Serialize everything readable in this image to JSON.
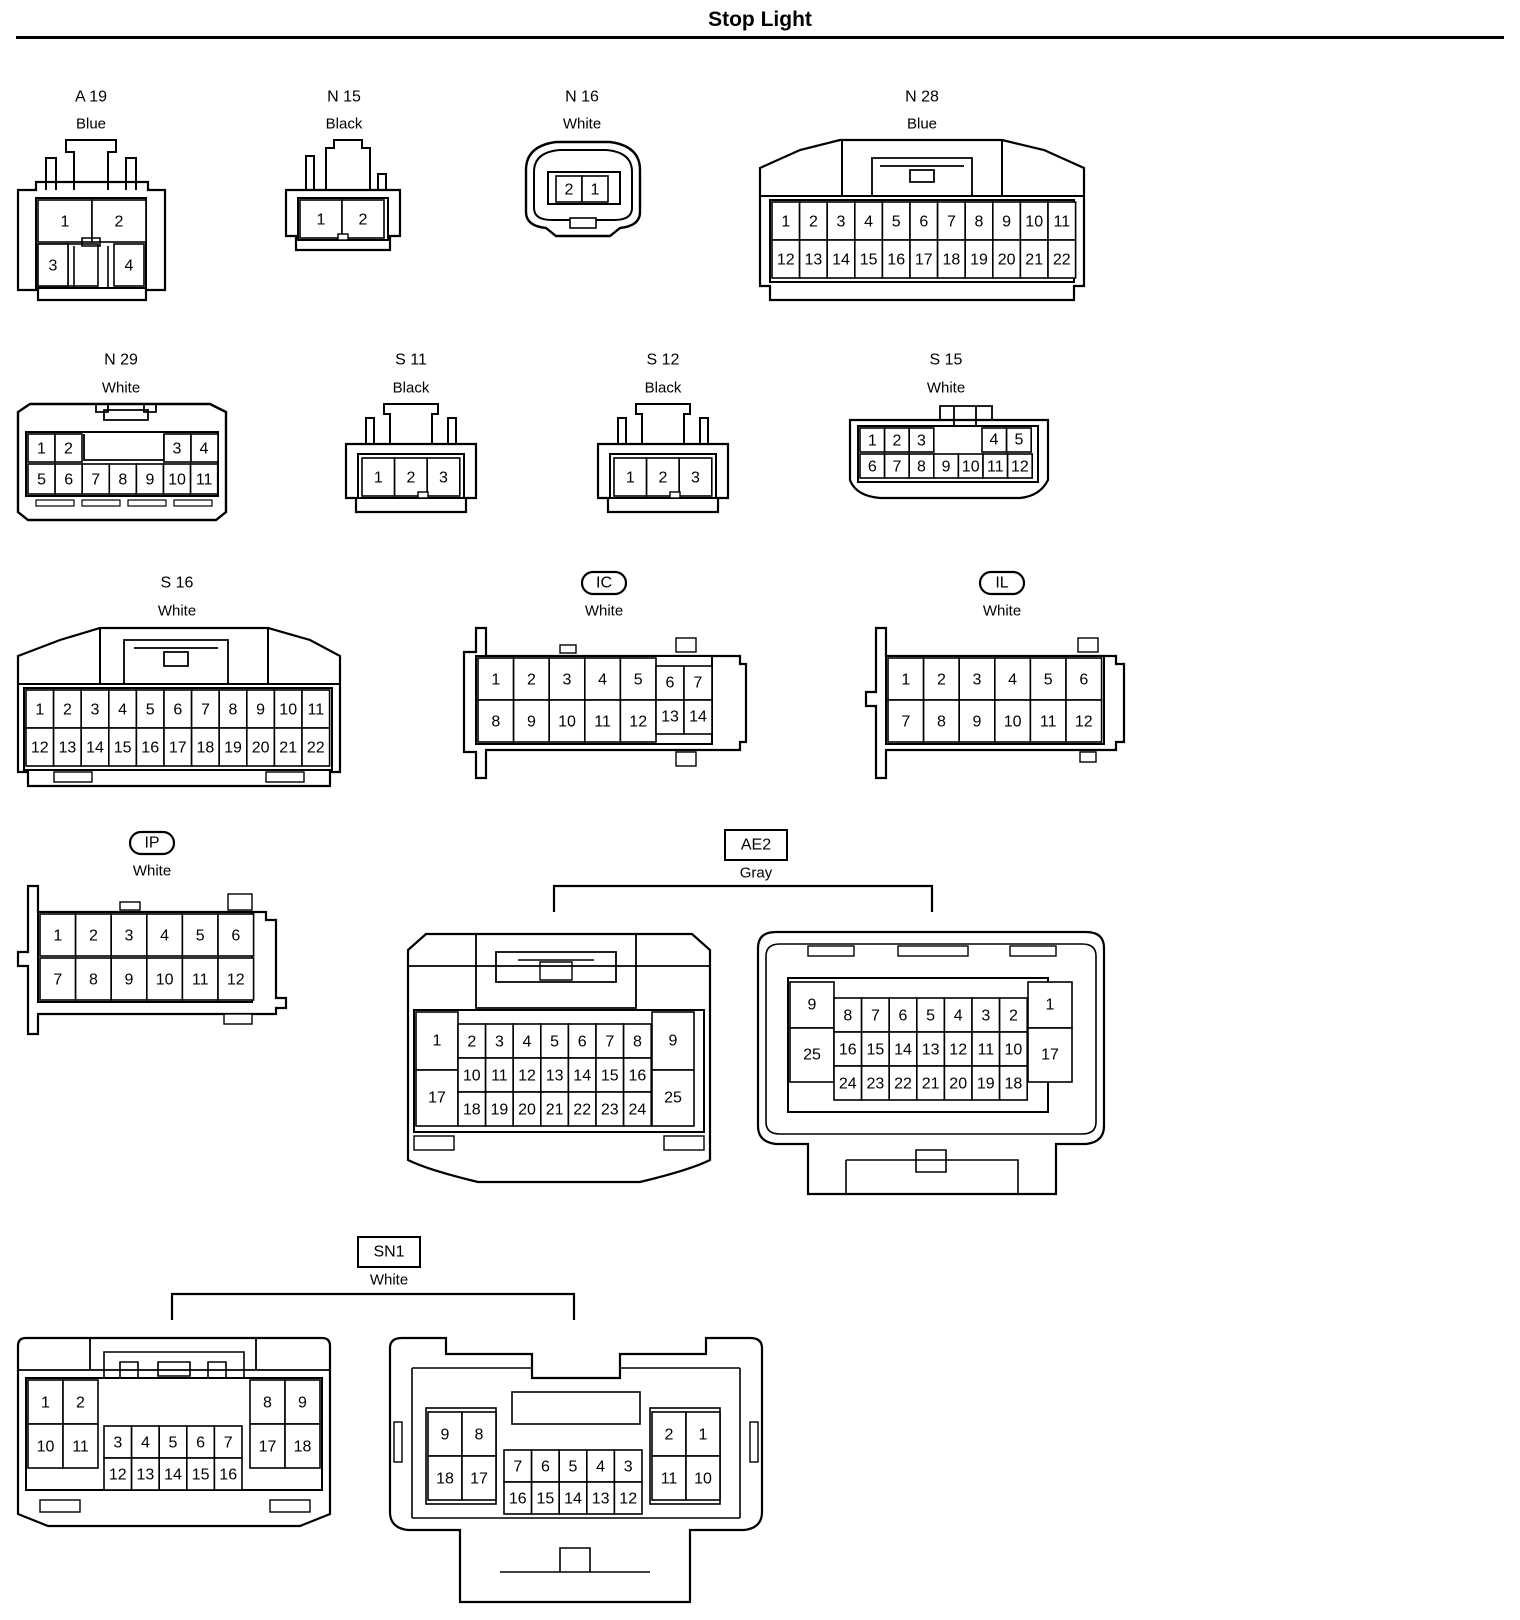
{
  "title": "Stop Light",
  "connectors": [
    {
      "id": "a19",
      "code": "A 19",
      "color": "Blue",
      "rows": [
        [
          "1",
          "2"
        ],
        [
          "3",
          "4"
        ]
      ]
    },
    {
      "id": "n15",
      "code": "N 15",
      "color": "Black",
      "rows": [
        [
          "1",
          "2"
        ]
      ]
    },
    {
      "id": "n16",
      "code": "N 16",
      "color": "White",
      "rows": [
        [
          "2",
          "1"
        ]
      ]
    },
    {
      "id": "n28",
      "code": "N 28",
      "color": "Blue",
      "rows": [
        [
          "1",
          "2",
          "3",
          "4",
          "5",
          "6",
          "7",
          "8",
          "9",
          "10",
          "11"
        ],
        [
          "12",
          "13",
          "14",
          "15",
          "16",
          "17",
          "18",
          "19",
          "20",
          "21",
          "22"
        ]
      ]
    },
    {
      "id": "n29",
      "code": "N 29",
      "color": "White",
      "rows": [
        [
          "1",
          "2",
          "3",
          "4"
        ],
        [
          "5",
          "6",
          "7",
          "8",
          "9",
          "10",
          "11"
        ]
      ]
    },
    {
      "id": "s11",
      "code": "S 11",
      "color": "Black",
      "rows": [
        [
          "1",
          "2",
          "3"
        ]
      ]
    },
    {
      "id": "s12",
      "code": "S 12",
      "color": "Black",
      "rows": [
        [
          "1",
          "2",
          "3"
        ]
      ]
    },
    {
      "id": "s15",
      "code": "S 15",
      "color": "White",
      "rows": [
        [
          "1",
          "2",
          "3",
          "4",
          "5"
        ],
        [
          "6",
          "7",
          "8",
          "9",
          "10",
          "11",
          "12"
        ]
      ]
    },
    {
      "id": "s16",
      "code": "S 16",
      "color": "White",
      "rows": [
        [
          "1",
          "2",
          "3",
          "4",
          "5",
          "6",
          "7",
          "8",
          "9",
          "10",
          "11"
        ],
        [
          "12",
          "13",
          "14",
          "15",
          "16",
          "17",
          "18",
          "19",
          "20",
          "21",
          "22"
        ]
      ]
    },
    {
      "id": "ic",
      "code": "IC",
      "color": "White",
      "rows": [
        [
          "1",
          "2",
          "3",
          "4",
          "5",
          "6",
          "7"
        ],
        [
          "8",
          "9",
          "10",
          "11",
          "12",
          "13",
          "14"
        ]
      ]
    },
    {
      "id": "il",
      "code": "IL",
      "color": "White",
      "rows": [
        [
          "1",
          "2",
          "3",
          "4",
          "5",
          "6"
        ],
        [
          "7",
          "8",
          "9",
          "10",
          "11",
          "12"
        ]
      ]
    },
    {
      "id": "ip",
      "code": "IP",
      "color": "White",
      "rows": [
        [
          "1",
          "2",
          "3",
          "4",
          "5",
          "6"
        ],
        [
          "7",
          "8",
          "9",
          "10",
          "11",
          "12"
        ]
      ]
    },
    {
      "id": "ae2",
      "code": "AE2",
      "color": "Gray",
      "halves": [
        {
          "rows": [
            [
              "1"
            ],
            [
              "17"
            ],
            [
              "2",
              "3",
              "4",
              "5",
              "6",
              "7",
              "8"
            ],
            [
              "10",
              "11",
              "12",
              "13",
              "14",
              "15",
              "16"
            ],
            [
              "18",
              "19",
              "20",
              "21",
              "22",
              "23",
              "24"
            ],
            [
              "9"
            ],
            [
              "25"
            ]
          ]
        },
        {
          "rows": [
            [
              "9"
            ],
            [
              "25"
            ],
            [
              "8",
              "7",
              "6",
              "5",
              "4",
              "3",
              "2"
            ],
            [
              "16",
              "15",
              "14",
              "13",
              "12",
              "11",
              "10"
            ],
            [
              "24",
              "23",
              "22",
              "21",
              "20",
              "19",
              "18"
            ],
            [
              "1"
            ],
            [
              "17"
            ]
          ]
        }
      ]
    },
    {
      "id": "sn1",
      "code": "SN1",
      "color": "White",
      "halves": [
        {
          "rows": [
            [
              "1",
              "2"
            ],
            [
              "10",
              "11"
            ],
            [
              "3",
              "4",
              "5",
              "6",
              "7"
            ],
            [
              "12",
              "13",
              "14",
              "15",
              "16"
            ],
            [
              "8",
              "9"
            ],
            [
              "17",
              "18"
            ]
          ]
        },
        {
          "rows": [
            [
              "9",
              "8"
            ],
            [
              "18",
              "17"
            ],
            [
              "7",
              "6",
              "5",
              "4",
              "3"
            ],
            [
              "16",
              "15",
              "14",
              "13",
              "12"
            ],
            [
              "2",
              "1"
            ],
            [
              "11",
              "10"
            ]
          ]
        }
      ]
    }
  ]
}
